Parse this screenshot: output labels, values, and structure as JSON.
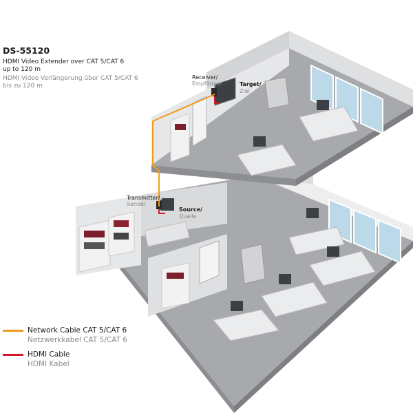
{
  "header": {
    "model": "DS-55120",
    "desc_en_line1": "HDMI Video Extender over CAT 5/CAT 6",
    "desc_en_line2": "up to 120 m",
    "desc_de_line1": "HDMI Video Verlängerung über CAT 5/CAT 6",
    "desc_de_line2": "bis zu 120 m"
  },
  "labels": {
    "receiver_en": "Receiver/",
    "receiver_de": "Empfänger",
    "target_en": "Target/",
    "target_de": "Ziel",
    "transmitter_en": "Transmitter/",
    "transmitter_de": "Sender",
    "source_en": "Source/",
    "source_de": "Quelle"
  },
  "legend": {
    "network_en": "Network Cable CAT 5/CAT 6",
    "network_de": "Netzwerkkabel CAT 5/CAT 6",
    "network_color": "#f39a1e",
    "hdmi_en": "HDMI Cable",
    "hdmi_de": "HDMI Kabel",
    "hdmi_color": "#d11a2a"
  }
}
